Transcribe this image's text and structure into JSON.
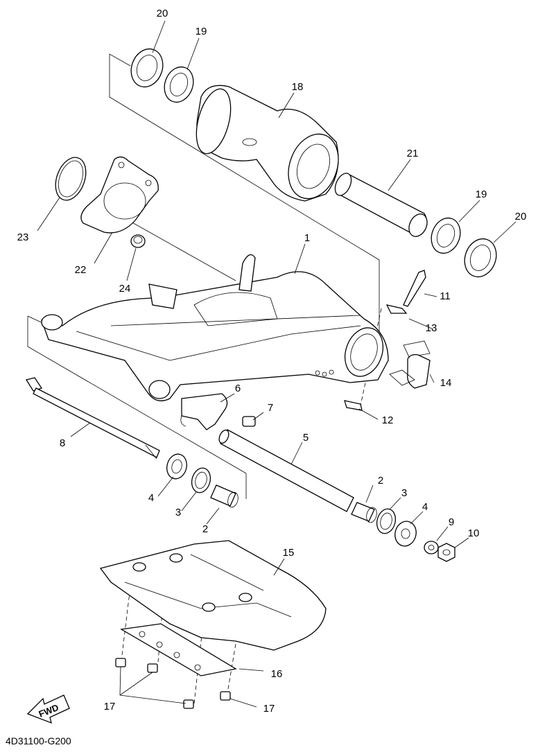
{
  "diagram_code": "4D31100-G200",
  "fwd_label": "FWD",
  "callouts": {
    "c1": "1",
    "c2a": "2",
    "c2b": "2",
    "c3a": "3",
    "c3b": "3",
    "c4a": "4",
    "c4b": "4",
    "c5": "5",
    "c6": "6",
    "c7": "7",
    "c8": "8",
    "c9": "9",
    "c10": "10",
    "c11": "11",
    "c12": "12",
    "c13": "13",
    "c14": "14",
    "c15": "15",
    "c16": "16",
    "c17a": "17",
    "c17b": "17",
    "c18": "18",
    "c19a": "19",
    "c19b": "19",
    "c20a": "20",
    "c20b": "20",
    "c21": "21",
    "c22": "22",
    "c23": "23",
    "c24": "24"
  }
}
